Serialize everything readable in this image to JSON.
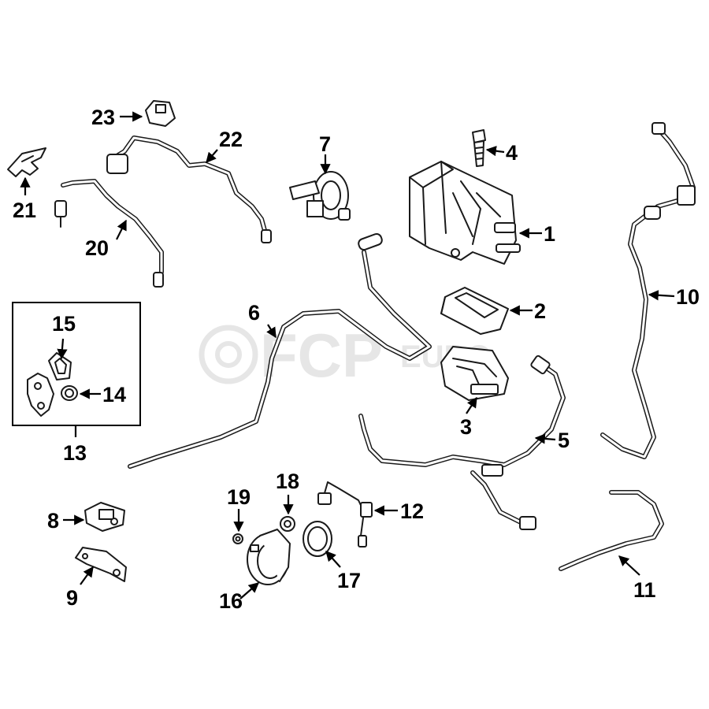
{
  "watermark": {
    "brand": "FCP",
    "suffix": "EURO",
    "color": "#e6e6e6"
  },
  "callouts": {
    "c1": "1",
    "c2": "2",
    "c3": "3",
    "c4": "4",
    "c5": "5",
    "c6": "6",
    "c7": "7",
    "c8": "8",
    "c9": "9",
    "c10": "10",
    "c11": "11",
    "c12": "12",
    "c13": "13",
    "c14": "14",
    "c15": "15",
    "c16": "16",
    "c17": "17",
    "c18": "18",
    "c19": "19",
    "c20": "20",
    "c21": "21",
    "c22": "22",
    "c23": "23"
  },
  "colors": {
    "line": "#1a1a1a",
    "background": "#ffffff"
  }
}
